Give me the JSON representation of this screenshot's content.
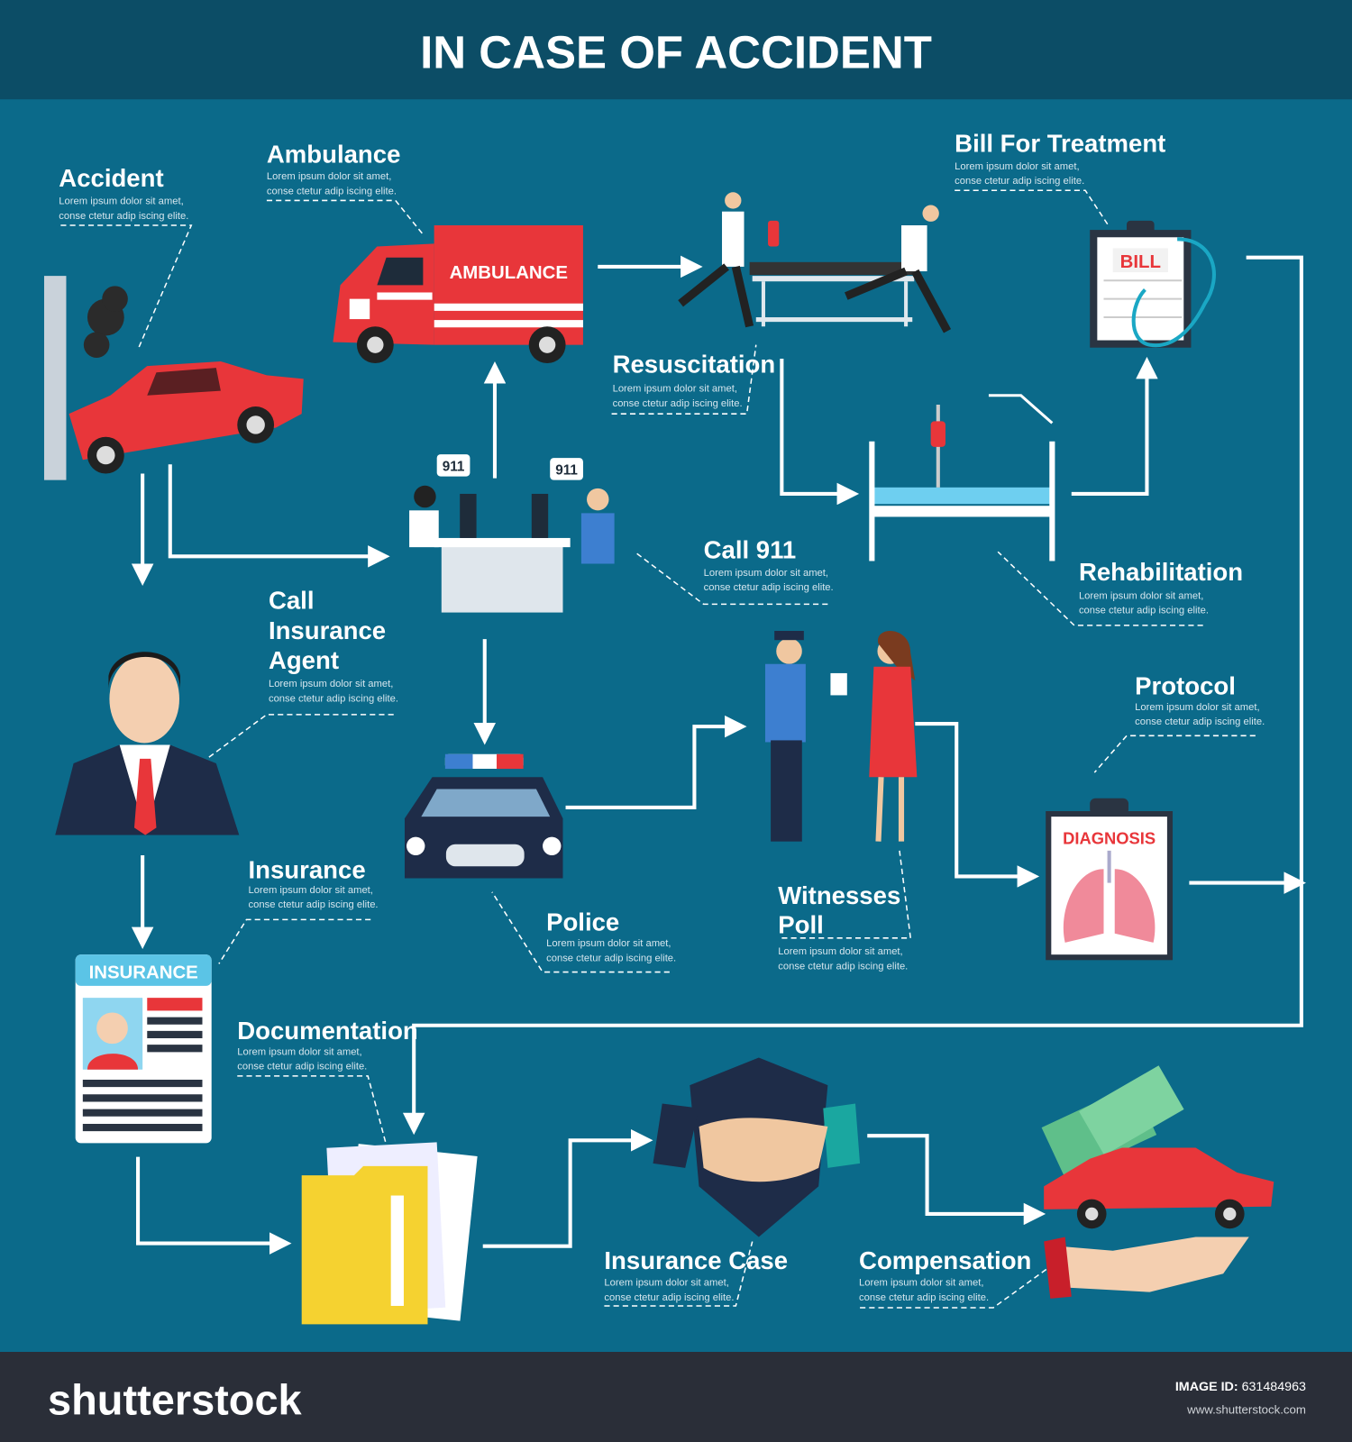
{
  "header": {
    "title": "IN CASE OF ACCIDENT"
  },
  "steps": {
    "accident": {
      "title": "Accident",
      "line1": "Lorem ipsum dolor sit amet,",
      "line2": "conse ctetur adip iscing elite."
    },
    "ambulance": {
      "title": "Ambulance",
      "line1": "Lorem ipsum dolor sit amet,",
      "line2": "conse ctetur adip iscing elite."
    },
    "resuscitation": {
      "title": "Resuscitation",
      "line1": "Lorem ipsum dolor sit amet,",
      "line2": "conse ctetur adip iscing elite."
    },
    "bill": {
      "title": "Bill For Treatment",
      "line1": "Lorem ipsum dolor sit amet,",
      "line2": "conse ctetur adip iscing elite."
    },
    "call911": {
      "title": "Call 911",
      "line1": "Lorem ipsum dolor sit amet,",
      "line2": "conse ctetur adip iscing elite."
    },
    "rehabilitation": {
      "title": "Rehabilitation",
      "line1": "Lorem ipsum dolor sit amet,",
      "line2": "conse ctetur adip iscing elite."
    },
    "agent": {
      "title1": "Call",
      "title2": "Insurance",
      "title3": "Agent",
      "line1": "Lorem ipsum dolor sit amet,",
      "line2": "conse ctetur adip iscing elite."
    },
    "protocol": {
      "title": "Protocol",
      "line1": "Lorem ipsum dolor sit amet,",
      "line2": "conse ctetur adip iscing elite."
    },
    "insurance": {
      "title": "Insurance",
      "line1": "Lorem ipsum dolor sit amet,",
      "line2": "conse ctetur adip iscing elite."
    },
    "police": {
      "title": "Police",
      "line1": "Lorem ipsum dolor sit amet,",
      "line2": "conse ctetur adip iscing elite."
    },
    "witnesses": {
      "title1": "Witnesses",
      "title2": "Poll",
      "line1": "Lorem ipsum dolor sit amet,",
      "line2": "conse ctetur adip iscing elite."
    },
    "documentation": {
      "title": "Documentation",
      "line1": "Lorem ipsum dolor sit amet,",
      "line2": "conse ctetur adip iscing elite."
    },
    "insurance_case": {
      "title": "Insurance Case",
      "line1": "Lorem ipsum dolor sit amet,",
      "line2": "conse ctetur adip iscing elite."
    },
    "compensation": {
      "title": "Compensation",
      "line1": "Lorem ipsum dolor sit amet,",
      "line2": "conse ctetur adip iscing elite."
    }
  },
  "icon_labels": {
    "ambulance": "AMBULANCE",
    "bill": "BILL",
    "bubble": "911",
    "diagnosis": "DIAGNOSIS",
    "insurance_card": "INSURANCE"
  },
  "footer": {
    "logo": "shutterstock",
    "image_id_label": "IMAGE ID:",
    "image_id": "631484963",
    "url": "www.shutterstock.com"
  },
  "colors": {
    "background": "#0b6a8a",
    "header": "#0c4d66",
    "footer": "#2a2e38",
    "accent_red": "#e8363a"
  }
}
